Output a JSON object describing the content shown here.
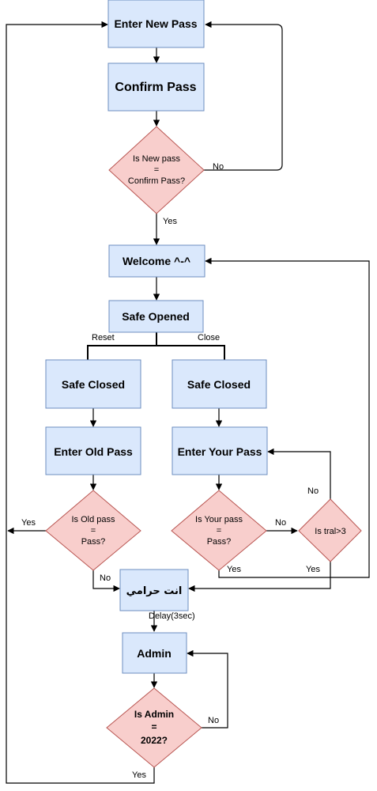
{
  "nodes": {
    "enter_new_pass": "Enter New Pass",
    "confirm_pass": "Confirm Pass",
    "is_new_eq_confirm": [
      "Is New pass",
      "=",
      "Confirm Pass?"
    ],
    "welcome": "Welcome ^-^",
    "safe_opened": "Safe Opened",
    "safe_closed_left": "Safe Closed",
    "safe_closed_right": "Safe Closed",
    "enter_old_pass": "Enter Old Pass",
    "enter_your_pass": "Enter Your Pass",
    "is_old_eq_pass": [
      "Is Old pass",
      "=",
      "Pass?"
    ],
    "is_your_eq_pass": [
      "Is Your pass",
      "=",
      "Pass?"
    ],
    "is_tral_gt_3": "Is tral>3",
    "thief": "انت حرامي",
    "admin": "Admin",
    "is_admin_eq": [
      "Is Admin",
      "=",
      "2022?"
    ]
  },
  "edge_labels": {
    "no_confirm": "No",
    "yes_confirm": "Yes",
    "reset": "Reset",
    "close": "Close",
    "yes_old": "Yes",
    "no_old": "No",
    "no_your": "No",
    "no_tral": "No",
    "yes_your": "Yes",
    "yes_tral": "Yes",
    "delay": "Delay(3sec)",
    "no_admin": "No",
    "yes_admin": "Yes"
  }
}
